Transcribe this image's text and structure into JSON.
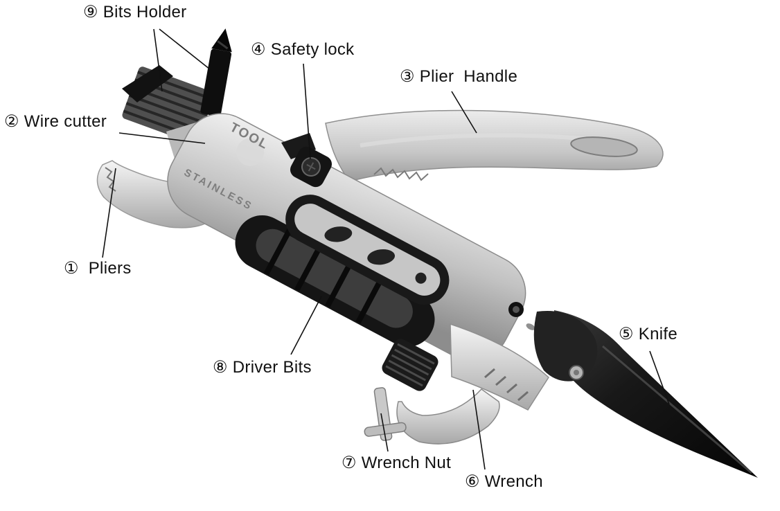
{
  "title": "Multi-tool parts diagram",
  "embossed": {
    "tool_text": "TOOL",
    "stainless_text": "STAINLESS"
  },
  "labels": {
    "bits_holder": "⑨ Bits Holder",
    "wire_cutter": "② Wire cutter",
    "safety_lock": "④ Safety lock",
    "plier_handle": "③ Plier  Handle",
    "pliers": "①  Pliers",
    "driver_bits": "⑧ Driver Bits",
    "wrench_nut": "⑦ Wrench Nut",
    "wrench": "⑥ Wrench",
    "knife": "⑤ Knife"
  },
  "colors": {
    "background": "#ffffff",
    "leader_line": "#111111",
    "metal_light": "#ededed",
    "metal_dark": "#8d8d8d",
    "black_part": "#141414"
  }
}
